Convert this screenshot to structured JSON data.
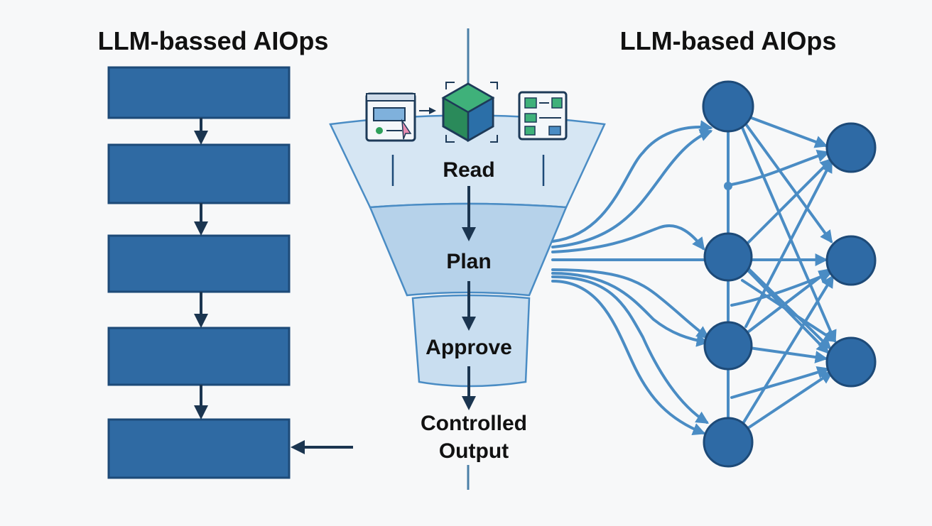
{
  "titles": {
    "left": "LLM-bassed AIOps",
    "right": "LLM-based AIOps"
  },
  "funnel": {
    "stages": [
      "Read",
      "Plan",
      "Approve"
    ],
    "output": [
      "Controlled",
      "Output"
    ],
    "icons": [
      "browser-window-icon",
      "cube-icon",
      "dashboard-icon"
    ]
  },
  "pipeline": {
    "box_count": 5
  },
  "colors": {
    "box_fill": "#2f6aa3",
    "box_stroke": "#1d4a78",
    "arrow": "#1b3550",
    "node_fill": "#2e6aa5",
    "edge": "#4a8cc4",
    "funnel_top": "#d6e6f3",
    "funnel_mid": "#b6d2ea",
    "funnel_bottom": "#c9def0",
    "divider": "#4b7fa8"
  }
}
